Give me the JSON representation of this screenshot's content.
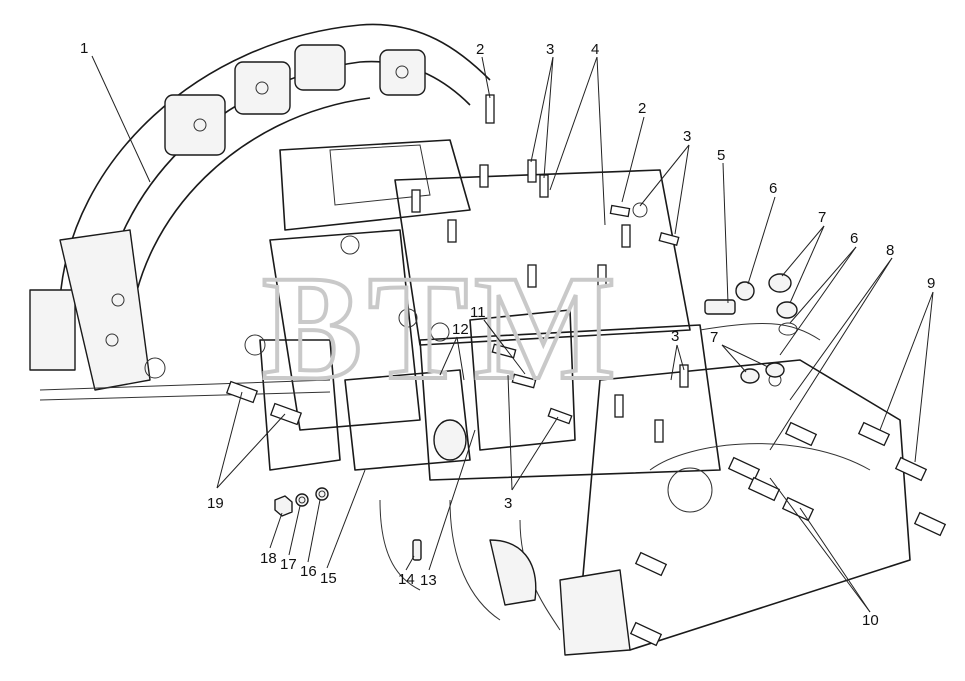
{
  "watermark": "BTM",
  "callouts": [
    {
      "id": "1",
      "label": "1"
    },
    {
      "id": "2a",
      "label": "2"
    },
    {
      "id": "3a",
      "label": "3"
    },
    {
      "id": "4",
      "label": "4"
    },
    {
      "id": "2b",
      "label": "2"
    },
    {
      "id": "3b",
      "label": "3"
    },
    {
      "id": "5",
      "label": "5"
    },
    {
      "id": "6a",
      "label": "6"
    },
    {
      "id": "7a",
      "label": "7"
    },
    {
      "id": "6b",
      "label": "6"
    },
    {
      "id": "8",
      "label": "8"
    },
    {
      "id": "9",
      "label": "9"
    },
    {
      "id": "11",
      "label": "11"
    },
    {
      "id": "12",
      "label": "12"
    },
    {
      "id": "3c",
      "label": "3"
    },
    {
      "id": "7b",
      "label": "7"
    },
    {
      "id": "19",
      "label": "19"
    },
    {
      "id": "3d",
      "label": "3"
    },
    {
      "id": "18",
      "label": "18"
    },
    {
      "id": "17",
      "label": "17"
    },
    {
      "id": "16",
      "label": "16"
    },
    {
      "id": "15",
      "label": "15"
    },
    {
      "id": "14",
      "label": "14"
    },
    {
      "id": "13",
      "label": "13"
    },
    {
      "id": "10",
      "label": "10"
    }
  ]
}
